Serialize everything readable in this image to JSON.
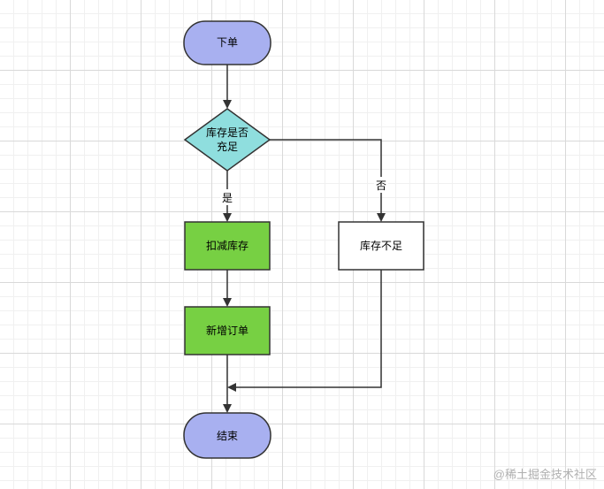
{
  "nodes": {
    "start": {
      "label": "下单",
      "fill": "#a8b0f0"
    },
    "decision": {
      "line1": "库存是否",
      "line2": "充足",
      "fill": "#8fdede"
    },
    "deduct": {
      "label": "扣减库存",
      "fill": "#77d043"
    },
    "new_order": {
      "label": "新增订单",
      "fill": "#77d043"
    },
    "out_of_stock": {
      "label": "库存不足",
      "fill": "#ffffff"
    },
    "end": {
      "label": "结束",
      "fill": "#a8b0f0"
    }
  },
  "edges": {
    "yes_label": "是",
    "no_label": "否"
  },
  "watermark": "@稀土掘金技术社区"
}
